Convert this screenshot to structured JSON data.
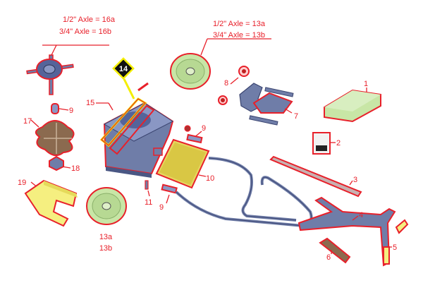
{
  "callouts": {
    "axle_16a": "1/2\" Axle = 16a",
    "axle_16b": "3/4\" Axle = 16b",
    "axle_13a": "1/2\" Axle = 13a",
    "axle_13b": "3/4\" Axle = 13b",
    "p1": "1",
    "p2": "2",
    "p3": "3",
    "p4": "4",
    "p5": "5",
    "p6": "6",
    "p7": "7",
    "p8": "8",
    "p9a": "9",
    "p9b": "9",
    "p9c": "9",
    "p10": "10",
    "p11": "11",
    "p13a": "13a",
    "p13b": "13b",
    "p14": "14",
    "p15": "15",
    "p17": "17",
    "p18": "18",
    "p19": "19"
  },
  "colors": {
    "callout": "#e8202a",
    "highlight": "#f4ee00",
    "part_green": "#c8e6a6",
    "part_blue": "#6f7da8",
    "part_brown": "#8b6a4f"
  }
}
